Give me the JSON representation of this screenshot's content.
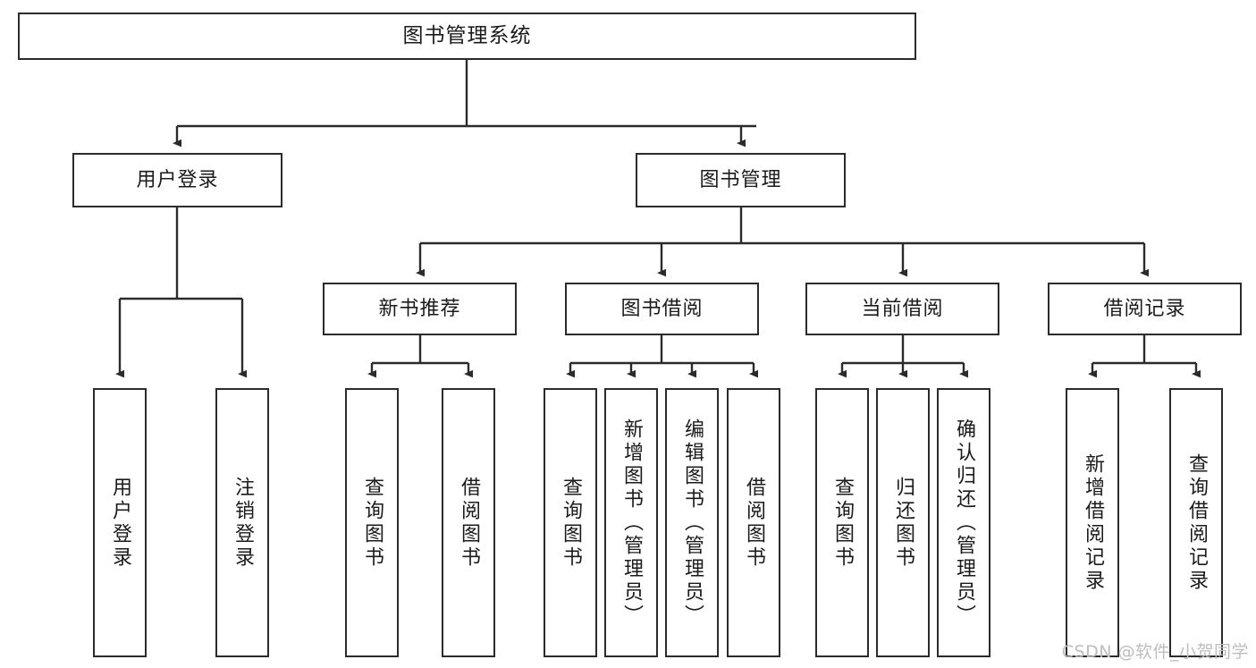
{
  "diagram": {
    "type": "tree-hierarchy-chart",
    "title": "图书管理系统",
    "levels": 4,
    "colors": {
      "box_border": "#2b2b2b",
      "box_fill": "#ffffff",
      "connector": "#2b2b2b",
      "text": "#1b1b1b",
      "watermark": "#bdbdbd",
      "background": "#ffffff"
    }
  },
  "nodes": {
    "root": {
      "label": "图书管理系统",
      "orientation": "horizontal"
    },
    "level2": [
      {
        "id": "user-login",
        "label": "用户登录",
        "orientation": "horizontal"
      },
      {
        "id": "book-management",
        "label": "图书管理",
        "orientation": "horizontal"
      }
    ],
    "level3": [
      {
        "id": "new-book-recommend",
        "label": "新书推荐",
        "orientation": "horizontal"
      },
      {
        "id": "book-borrow",
        "label": "图书借阅",
        "orientation": "horizontal"
      },
      {
        "id": "current-borrow",
        "label": "当前借阅",
        "orientation": "horizontal"
      },
      {
        "id": "borrow-record",
        "label": "借阅记录",
        "orientation": "horizontal"
      }
    ],
    "leaves": {
      "user-login": [
        {
          "id": "leaf-user-login",
          "label": "用户登录",
          "orientation": "vertical"
        },
        {
          "id": "leaf-logout-login",
          "label": "注销登录",
          "orientation": "vertical"
        }
      ],
      "new-book-recommend": [
        {
          "id": "leaf-query-book-1",
          "label": "查询图书",
          "orientation": "vertical"
        },
        {
          "id": "leaf-borrow-book-1",
          "label": "借阅图书",
          "orientation": "vertical"
        }
      ],
      "book-borrow": [
        {
          "id": "leaf-query-book-2",
          "label": "查询图书",
          "orientation": "vertical"
        },
        {
          "id": "leaf-add-book-admin",
          "label": "新增图书（管理员）",
          "orientation": "vertical"
        },
        {
          "id": "leaf-edit-book-admin",
          "label": "编辑图书（管理员）",
          "orientation": "vertical"
        },
        {
          "id": "leaf-borrow-book-2",
          "label": "借阅图书",
          "orientation": "vertical"
        }
      ],
      "current-borrow": [
        {
          "id": "leaf-query-book-3",
          "label": "查询图书",
          "orientation": "vertical"
        },
        {
          "id": "leaf-return-book",
          "label": "归还图书",
          "orientation": "vertical"
        },
        {
          "id": "leaf-confirm-return-admin",
          "label": "确认归还（管理员）",
          "orientation": "vertical"
        }
      ],
      "borrow-record": [
        {
          "id": "leaf-add-borrow-record",
          "label": "新增借阅记录",
          "orientation": "vertical"
        },
        {
          "id": "leaf-query-borrow-record",
          "label": "查询借阅记录",
          "orientation": "vertical"
        }
      ]
    }
  },
  "watermark": {
    "text": "CSDN @软件_小贺同学"
  }
}
